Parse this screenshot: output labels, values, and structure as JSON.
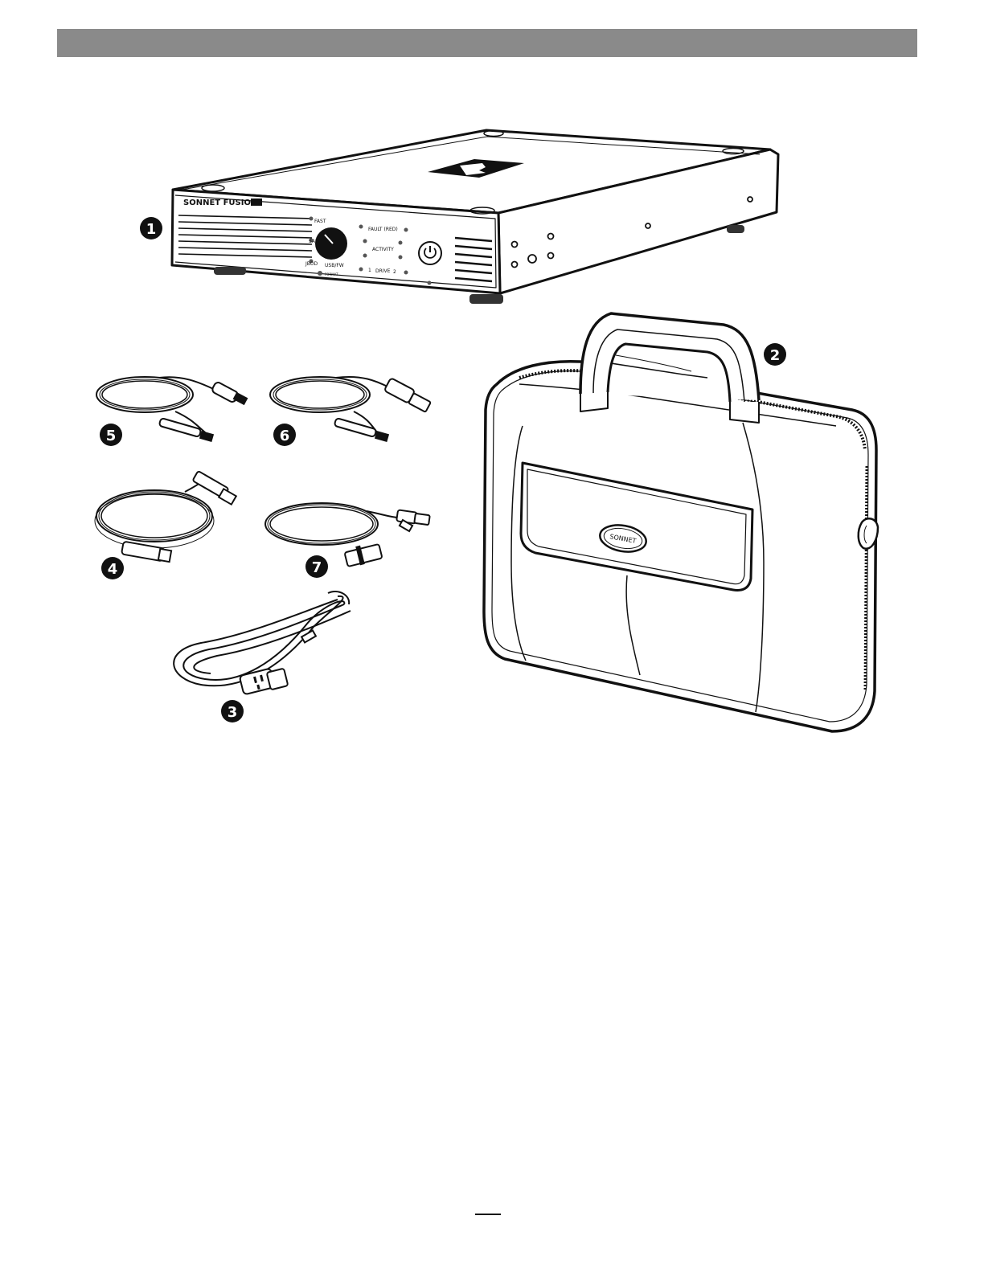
{
  "device": {
    "brand_label": "SONNET FUSION",
    "speed_labels": [
      "FAST",
      "SAFE",
      "JBOD",
      "USB/FW"
    ],
    "format_label": "FORMAT",
    "fault_label": "FAULT (RED)",
    "activity_label": "ACTIVITY",
    "drive_label": "DRIVE",
    "drive_numbers": [
      "1",
      "2"
    ]
  },
  "callouts": {
    "c1": "1",
    "c2": "2",
    "c3": "3",
    "c4": "4",
    "c5": "5",
    "c6": "6",
    "c7": "7"
  },
  "bag": {
    "logo_text": "SONNET"
  },
  "colors": {
    "header_bar": "#8a8a8a",
    "ink": "#111111"
  }
}
